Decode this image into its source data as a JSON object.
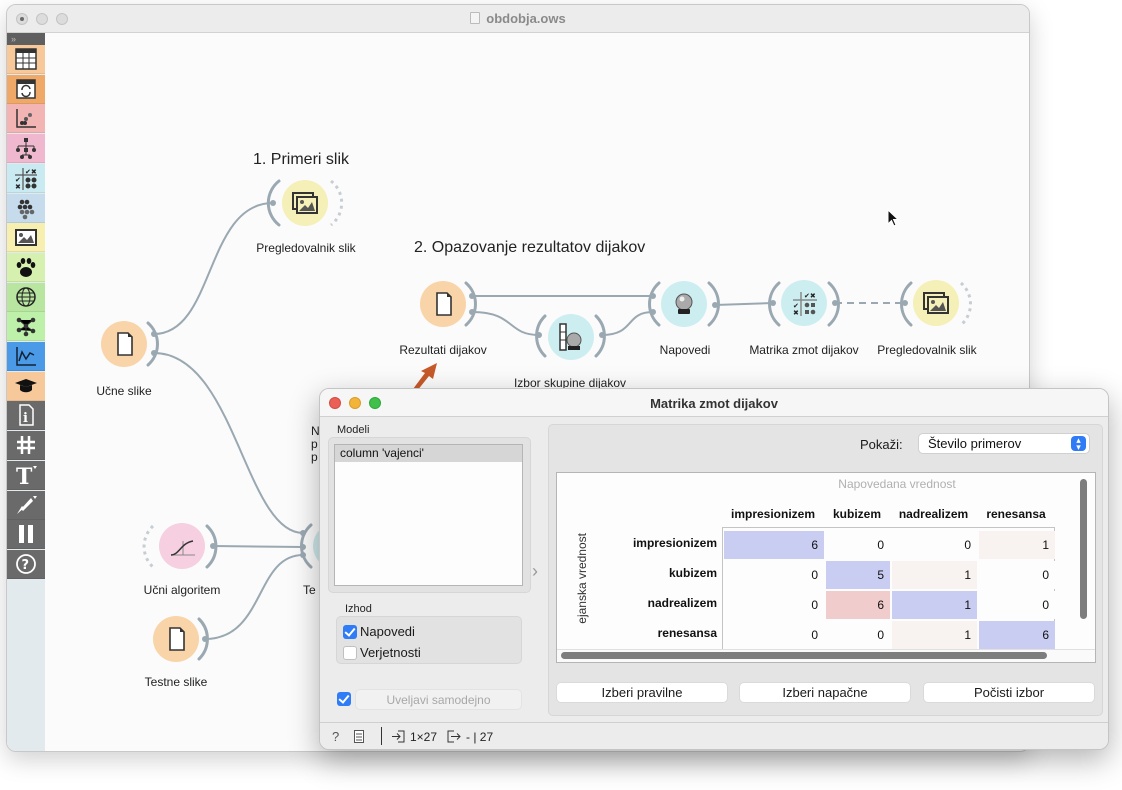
{
  "main_window": {
    "title": "obdobja.ows"
  },
  "toolbox": {
    "collapse_label": "»",
    "items": [
      {
        "icon": "data-table-icon",
        "color": "#f7c89a"
      },
      {
        "icon": "data-transform-icon",
        "color": "#f0a868"
      },
      {
        "icon": "scatter-plot-icon",
        "color": "#f3b4b4"
      },
      {
        "icon": "hierarchy-icon",
        "color": "#f0b8cf"
      },
      {
        "icon": "confusion-matrix-icon",
        "color": "#c8eaf0"
      },
      {
        "icon": "clustering-icon",
        "color": "#c6dcec"
      },
      {
        "icon": "image-icon",
        "color": "#f6efb0"
      },
      {
        "icon": "paw-icon",
        "color": "#d6f0b0"
      },
      {
        "icon": "globe-icon",
        "color": "#b8e6a0"
      },
      {
        "icon": "network-icon",
        "color": "#bdf0a8"
      },
      {
        "icon": "line-chart-icon",
        "color": "#4a9ae8"
      },
      {
        "icon": "education-icon",
        "color": "#f7c89a"
      },
      {
        "icon": "info-icon",
        "color": "#6a6a6a"
      },
      {
        "icon": "grid-hash-icon",
        "color": "#6a6a6a"
      },
      {
        "icon": "text-tool-icon",
        "color": "#6a6a6a"
      },
      {
        "icon": "arrow-tool-icon",
        "color": "#6a6a6a"
      },
      {
        "icon": "pause-icon",
        "color": "#6a6a6a"
      },
      {
        "icon": "help-icon",
        "color": "#6a6a6a"
      }
    ]
  },
  "canvas": {
    "annotations": [
      {
        "text": "1. Primeri slik"
      },
      {
        "text": "2. Opazovanje rezultatov dijakov"
      }
    ],
    "nodes": {
      "ucne_slike": {
        "label": "Učne slike",
        "icon": "file-icon",
        "color": "#f8d4a8"
      },
      "pregledovalnik_1": {
        "label": "Pregledovalnik slik",
        "icon": "image-viewer-icon",
        "color": "#f4f0b8"
      },
      "rezultati": {
        "label": "Rezultati dijakov",
        "icon": "file-icon",
        "color": "#f8d4a8"
      },
      "izbor": {
        "label": "Izbor skupine dijakov",
        "icon": "select-predictions-icon",
        "color": "#cdeef0"
      },
      "napovedi": {
        "label": "Napovedi",
        "icon": "crystal-ball-icon",
        "color": "#cdeef0"
      },
      "matrika": {
        "label": "Matrika zmot dijakov",
        "icon": "confusion-matrix-icon",
        "color": "#cdeef0"
      },
      "pregledovalnik_2": {
        "label": "Pregledovalnik slik",
        "icon": "image-viewer-icon",
        "color": "#f4f0b8"
      },
      "ucni_algoritem": {
        "label": "Učni algoritem",
        "icon": "logistic-curve-icon",
        "color": "#f6cfe0"
      },
      "testne_slike": {
        "label": "Testne slike",
        "icon": "file-icon",
        "color": "#f8d4a8"
      },
      "test_partial": {
        "label": "Te",
        "color": "#cde8ea"
      }
    },
    "hidden_annotation_fragment": [
      "N",
      "p",
      "p"
    ]
  },
  "dialog": {
    "title": "Matrika zmot dijakov",
    "models": {
      "label": "Modeli",
      "items": [
        "column 'vajenci'"
      ]
    },
    "output": {
      "label": "Izhod",
      "options": [
        {
          "label": "Napovedi",
          "checked": true
        },
        {
          "label": "Verjetnosti",
          "checked": false
        }
      ]
    },
    "auto_apply": {
      "label": "Uveljavi samodejno",
      "checked": true
    },
    "show": {
      "label": "Pokaži:",
      "selected": "Število primerov"
    },
    "matrix": {
      "predicted_title": "Napovedana vrednost",
      "actual_title": "ejanska vrednost",
      "columns": [
        "impresionizem",
        "kubizem",
        "nadrealizem",
        "renesansa"
      ],
      "rows": [
        {
          "label": "impresionizem",
          "values": [
            "6",
            "0",
            "0",
            "1"
          ]
        },
        {
          "label": "kubizem",
          "values": [
            "0",
            "5",
            "1",
            "0"
          ]
        },
        {
          "label": "nadrealizem",
          "values": [
            "0",
            "6",
            "1",
            "0"
          ]
        },
        {
          "label": "renesansa",
          "values": [
            "0",
            "0",
            "1",
            "6"
          ]
        }
      ],
      "correct_color": "#c9cdf1",
      "wrong_strong_color": "#f0cccc",
      "wrong_weak_color": "#f8f3f1"
    },
    "buttons": {
      "select_correct": "Izberi pravilne",
      "select_wrong": "Izberi napačne",
      "clear_selection": "Počisti izbor"
    },
    "status": {
      "input_summary": "1×27",
      "output_summary": "- | 27"
    }
  }
}
